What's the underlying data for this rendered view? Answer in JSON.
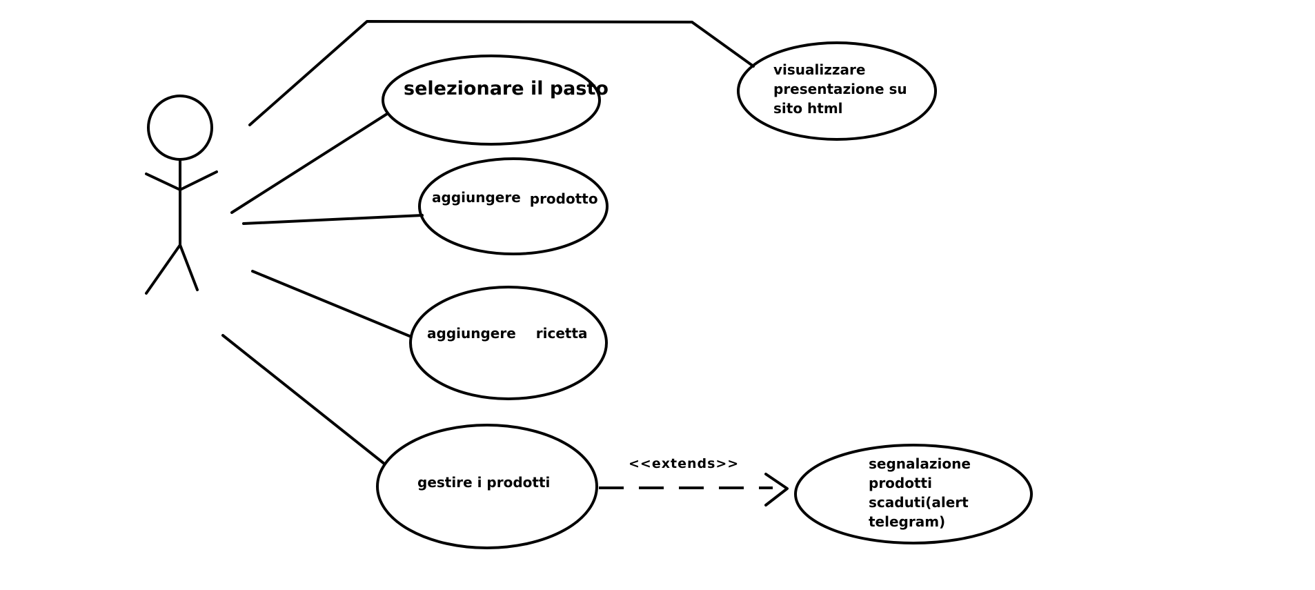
{
  "use_cases": {
    "presentazione": [
      "visualizzare",
      "presentazione su",
      "sito html"
    ],
    "pasto": "selezionare il pasto",
    "prodotto": [
      "aggiungere",
      "prodotto"
    ],
    "ricetta": [
      "aggiungere",
      "ricetta"
    ],
    "gestire": "gestire i prodotti",
    "segnalazione": [
      "segnalazione",
      "prodotti",
      "scaduti(alert",
      "telegram)"
    ]
  },
  "relation_label": "<<extends>>"
}
